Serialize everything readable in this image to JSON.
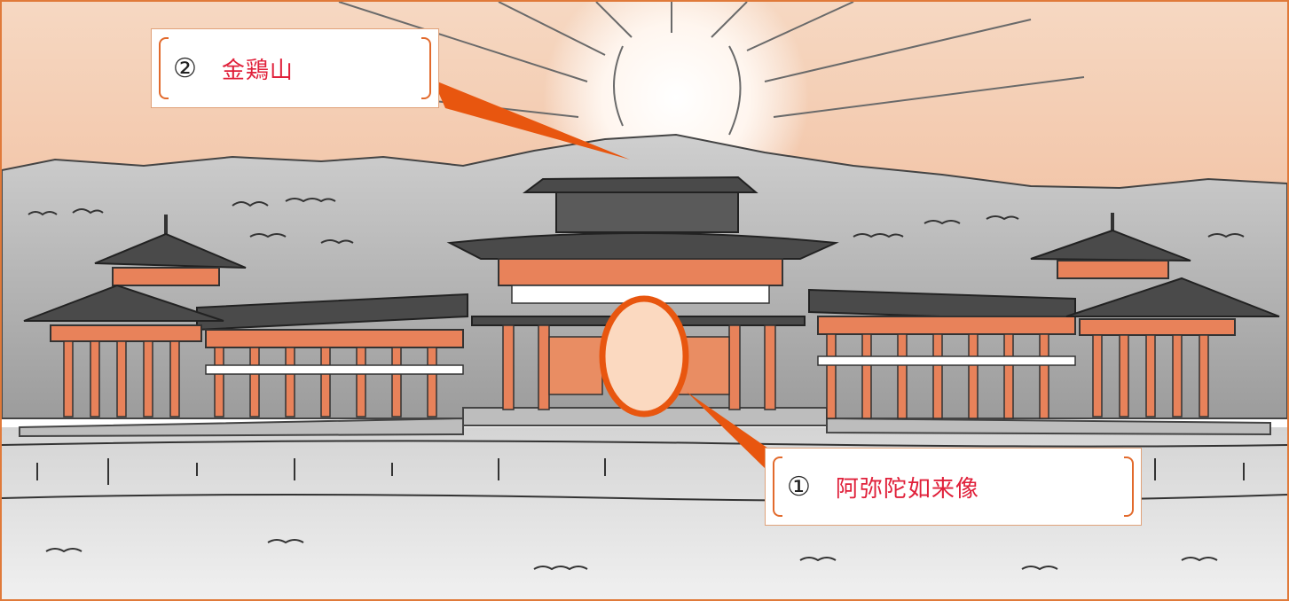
{
  "callouts": [
    {
      "number": "②",
      "label": "金鶏山"
    },
    {
      "number": "①",
      "label": "阿弥陀如来像"
    }
  ],
  "colors": {
    "frame": "#e07a3a",
    "pointer": "#e8560f",
    "label_text": "#e0203a",
    "timber": "#e8825a",
    "roof": "#4a4a4a",
    "sky": "#f4c9ac",
    "mountain": "#b0b0b0",
    "pond": "#e6e6e6",
    "highlight_oval": "#fbd9c0"
  },
  "icons": {
    "sun": "sun-rays-icon",
    "temple": "phoenix-hall-illustration"
  }
}
